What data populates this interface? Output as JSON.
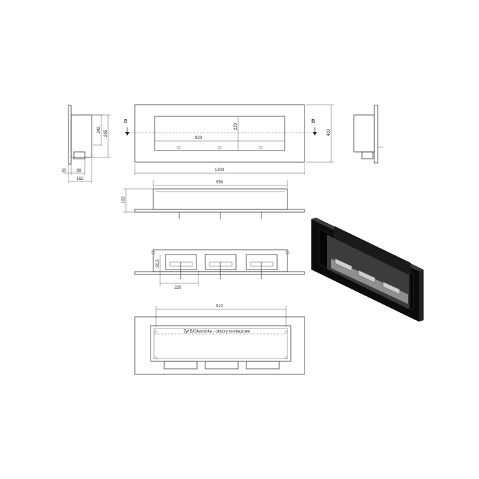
{
  "section_marks": {
    "left": "B",
    "right": "B"
  },
  "side_view_left": {
    "dim_242": "242",
    "dim_285": "285",
    "dim_20": "20",
    "dim_89": "89",
    "dim_162": "162"
  },
  "front_view": {
    "dim_920": "920",
    "dim_220": "220",
    "dim_1200": "1200",
    "dim_400": "400"
  },
  "top_view": {
    "dim_950": "950",
    "dim_162": "162"
  },
  "section_view": {
    "dim_90_5": "90,5",
    "dim_220": "220"
  },
  "rear_view": {
    "dim_922": "922",
    "note": "Tył BIOkominka - otwory montażowe"
  }
}
